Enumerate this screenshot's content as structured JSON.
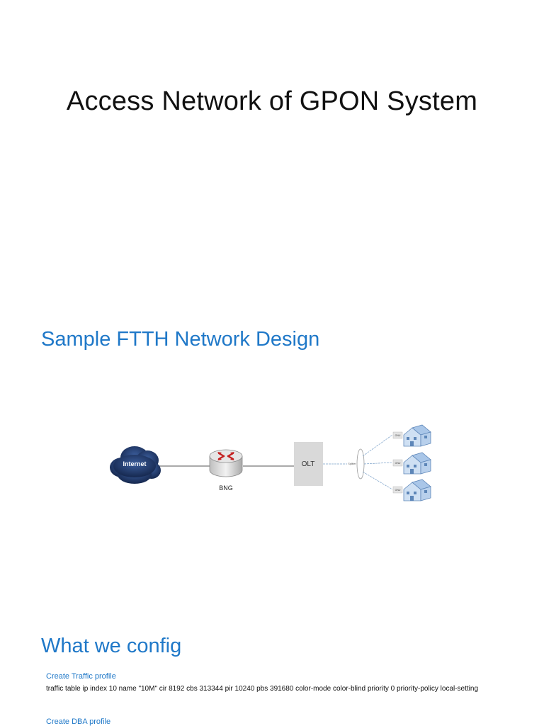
{
  "page": {
    "title": "Access Network of GPON System"
  },
  "sections": [
    {
      "heading": "Sample FTTH Network Design",
      "diagram": {
        "nodes": {
          "internet": "Internet",
          "bng": "BNG",
          "olt": "OLT",
          "splitter": "Splitter",
          "onu": [
            "ONU",
            "ONU",
            "ONU"
          ]
        },
        "icons": [
          "cloud-icon",
          "router-icon",
          "house-icon"
        ]
      }
    },
    {
      "heading": "What we config",
      "items": [
        {
          "label": "Create Traffic profile",
          "command": "traffic table ip index 10 name \"10M\" cir 8192 cbs 313344 pir 10240 pbs 391680 color-mode color-blind priority 0 priority-policy local-setting"
        },
        {
          "label": "Create DBA profile"
        }
      ]
    }
  ],
  "colors": {
    "heading_blue": "#1f78c8",
    "cloud_navy": "#1e3566",
    "router_arrow_red": "#c42020",
    "olt_gray": "#d9d9d9"
  }
}
